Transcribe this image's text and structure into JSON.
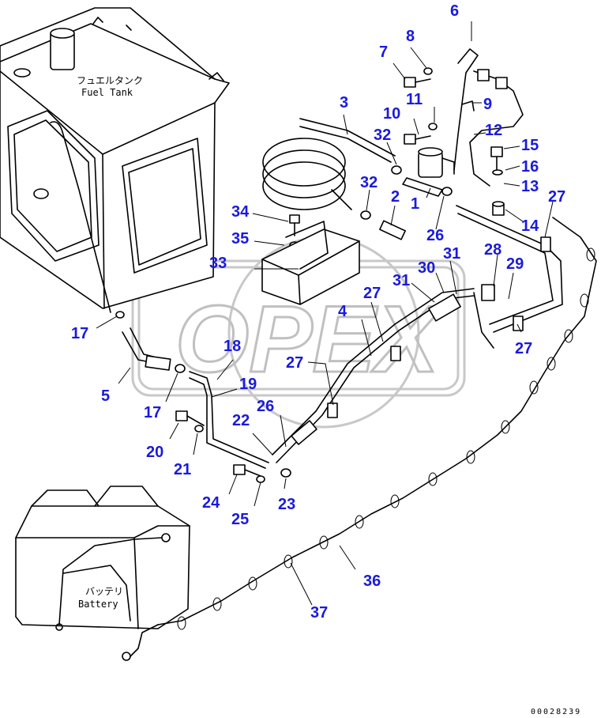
{
  "labels": {
    "fuel_tank_jp": "フュエルタンク",
    "fuel_tank_en": "Fuel Tank",
    "battery_jp": "バッテリ",
    "battery_en": "Battery",
    "watermark": "OPEX",
    "doc_id": "00028239"
  },
  "parts": [
    {
      "n": "1"
    },
    {
      "n": "2"
    },
    {
      "n": "3"
    },
    {
      "n": "4"
    },
    {
      "n": "5"
    },
    {
      "n": "6"
    },
    {
      "n": "7"
    },
    {
      "n": "8"
    },
    {
      "n": "9"
    },
    {
      "n": "10"
    },
    {
      "n": "11"
    },
    {
      "n": "12"
    },
    {
      "n": "13"
    },
    {
      "n": "14"
    },
    {
      "n": "15"
    },
    {
      "n": "16"
    },
    {
      "n": "17"
    },
    {
      "n": "17"
    },
    {
      "n": "18"
    },
    {
      "n": "19"
    },
    {
      "n": "20"
    },
    {
      "n": "21"
    },
    {
      "n": "22"
    },
    {
      "n": "23"
    },
    {
      "n": "24"
    },
    {
      "n": "25"
    },
    {
      "n": "26"
    },
    {
      "n": "26"
    },
    {
      "n": "27"
    },
    {
      "n": "27"
    },
    {
      "n": "27"
    },
    {
      "n": "27"
    },
    {
      "n": "28"
    },
    {
      "n": "29"
    },
    {
      "n": "30"
    },
    {
      "n": "31"
    },
    {
      "n": "31"
    },
    {
      "n": "32"
    },
    {
      "n": "32"
    },
    {
      "n": "33"
    },
    {
      "n": "34"
    },
    {
      "n": "35"
    },
    {
      "n": "36"
    },
    {
      "n": "37"
    }
  ]
}
